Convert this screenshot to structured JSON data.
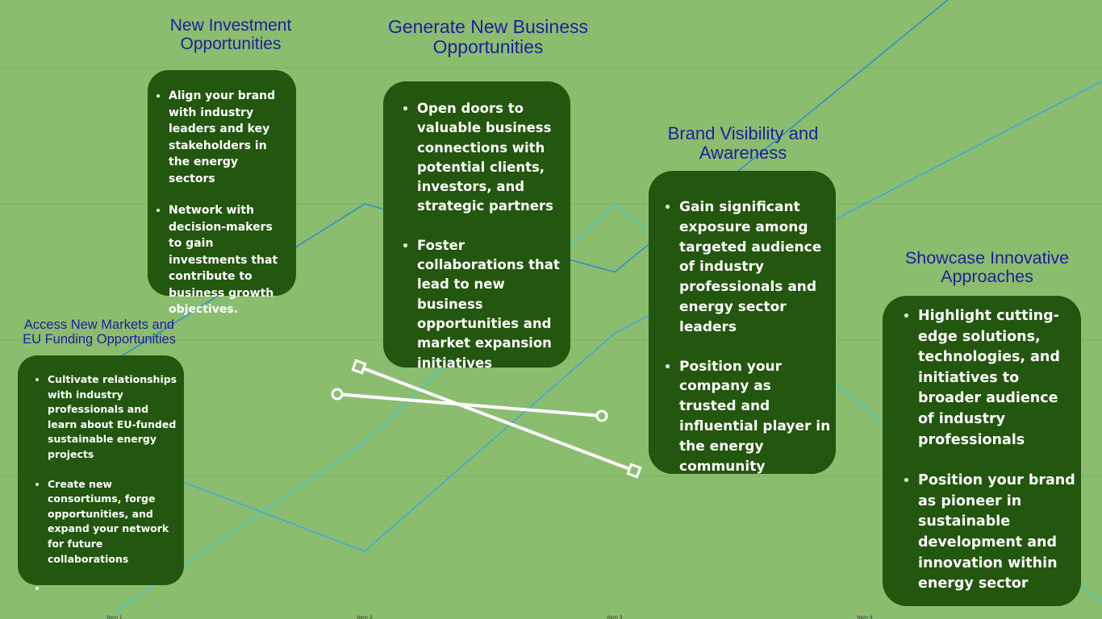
{
  "sections": {
    "investment": {
      "title_lines": [
        "New Investment",
        "Opportunities"
      ],
      "bullets": [
        "Align your brand with industry leaders and key stakeholders in the energy sectors",
        "Network with decision-makers to gain investments that contribute to business growth objectives."
      ]
    },
    "business": {
      "title_lines": [
        "Generate New Business",
        "Opportunities"
      ],
      "bullets": [
        "Open doors to valuable business connections with potential clients, investors, and strategic partners",
        "Foster collaborations that lead to new business opportunities and market expansion initiatives"
      ]
    },
    "visibility": {
      "title_lines": [
        "Brand Visibility and",
        "Awareness"
      ],
      "bullets": [
        "Gain significant exposure among targeted audience of industry professionals and energy sector leaders",
        "Position your company as trusted and influential player in the energy community"
      ]
    },
    "showcase": {
      "title_lines": [
        "Showcase Innovative",
        "Approaches"
      ],
      "bullets": [
        "Highlight cutting-edge solutions, technologies, and initiatives to broader audience of industry professionals",
        "Position your brand as pioneer in sustainable development and innovation within energy sector"
      ]
    },
    "markets": {
      "title_lines": [
        "Access New Markets and",
        "EU Funding Opportunities"
      ],
      "bullets": [
        "Cultivate relationships with industry professionals and learn about EU-funded sustainable energy projects",
        "Create new consortiums, forge opportunities, and expand your network for future collaborations",
        ""
      ]
    }
  },
  "background_chart": {
    "categories": [
      "Item 1",
      "Item 2",
      "Item 3",
      "Item 4"
    ],
    "series": [
      {
        "color": "#2f8fc8",
        "values": [
          1.85,
          3.0,
          2.5,
          4.0
        ]
      },
      {
        "color": "#45c9d6",
        "values": [
          0.0,
          1.25,
          3.0,
          1.5
        ]
      },
      {
        "color": "#3fa8d8",
        "values": [
          1.15,
          0.45,
          2.05,
          3.0
        ]
      }
    ],
    "colors": {
      "background": "#8bbd6f",
      "gridline": "#7fb164",
      "card": "#23560e",
      "heading": "#1d1f9a"
    }
  }
}
